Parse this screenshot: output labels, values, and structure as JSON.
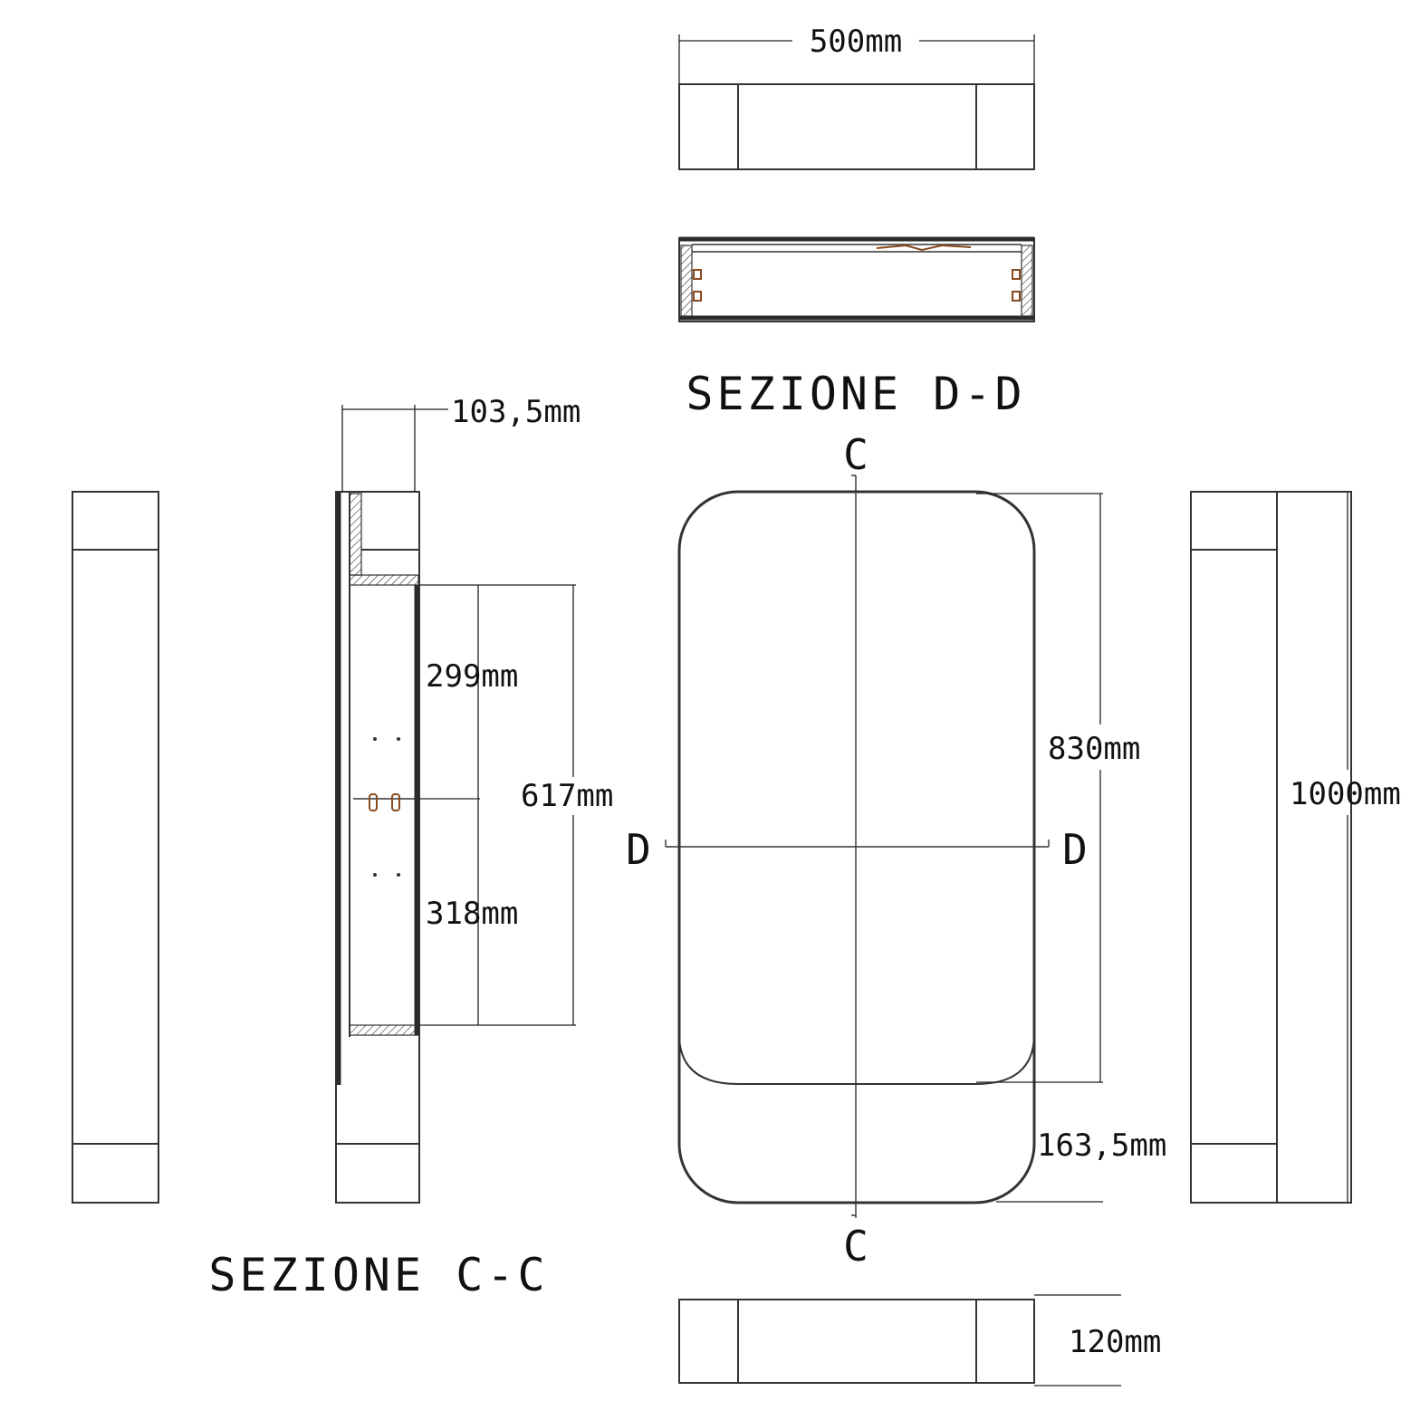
{
  "section_titles": {
    "dd": "SEZIONE D-D",
    "cc": "SEZIONE C-C"
  },
  "section_markers": {
    "c_top": "C",
    "c_bottom": "C",
    "d_left": "D",
    "d_right": "D"
  },
  "dimensions": {
    "width_top": "500mm",
    "depth_side": "103,5mm",
    "upper_compartment": "299mm",
    "lower_compartment": "318mm",
    "inner_total": "617mm",
    "mirror_height": "830mm",
    "bottom_band": "163,5mm",
    "total_height": "1000mm",
    "depth_bottom": "120mm"
  },
  "colors": {
    "line": "#333333",
    "fitting": "#8a4b1f",
    "background": "#ffffff"
  }
}
